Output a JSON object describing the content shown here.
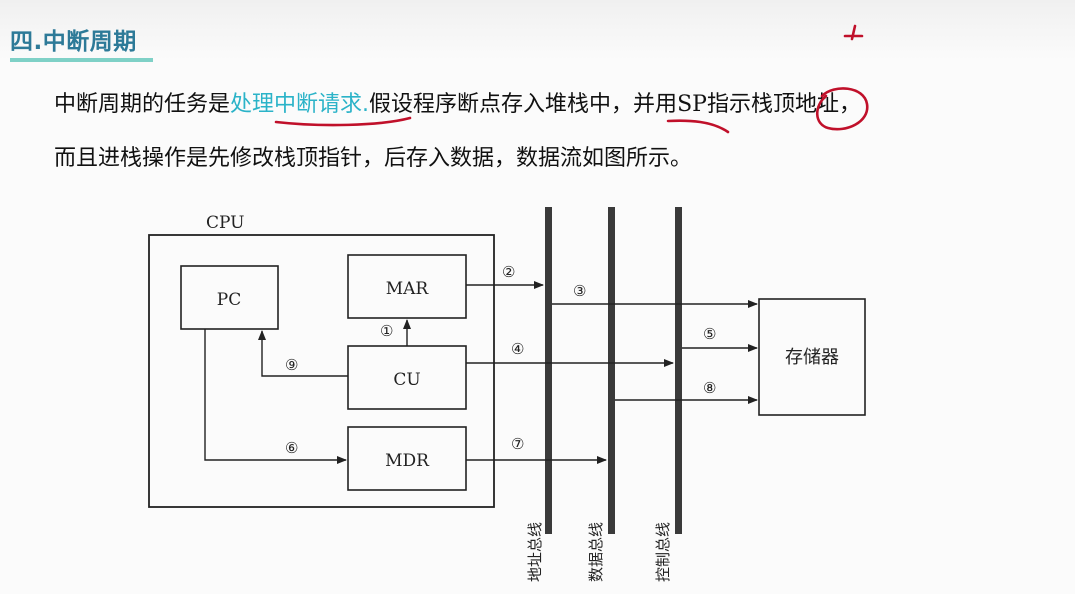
{
  "header": {
    "section_title": "四.中断周期"
  },
  "paragraph": {
    "line1_a": "中断周期的任务是",
    "line1_highlight": "处理中断请求.",
    "line1_b": "假设程序断点存入",
    "line1_c": "堆栈",
    "line1_d": "中，并用",
    "line1_e": "SP",
    "line1_f": "指示栈顶地址，",
    "line2": "而且进栈操作是先修改栈顶指针，后存入数据，数据流如图所示。"
  },
  "diagram": {
    "cpu_label": "CPU",
    "registers": {
      "pc": "PC",
      "mar": "MAR",
      "cu": "CU",
      "mdr": "MDR"
    },
    "memory": "存储器",
    "steps": [
      "①",
      "②",
      "③",
      "④",
      "⑤",
      "⑥",
      "⑦",
      "⑧",
      "⑨"
    ],
    "buses": {
      "address": "地址总线",
      "data": "数据总线",
      "control": "控制总线"
    }
  },
  "colors": {
    "title": "#2d7a98",
    "highlight": "#2bb3c8",
    "annotation_ink": "#c0102a",
    "title_underline": "#7fd1c7"
  }
}
